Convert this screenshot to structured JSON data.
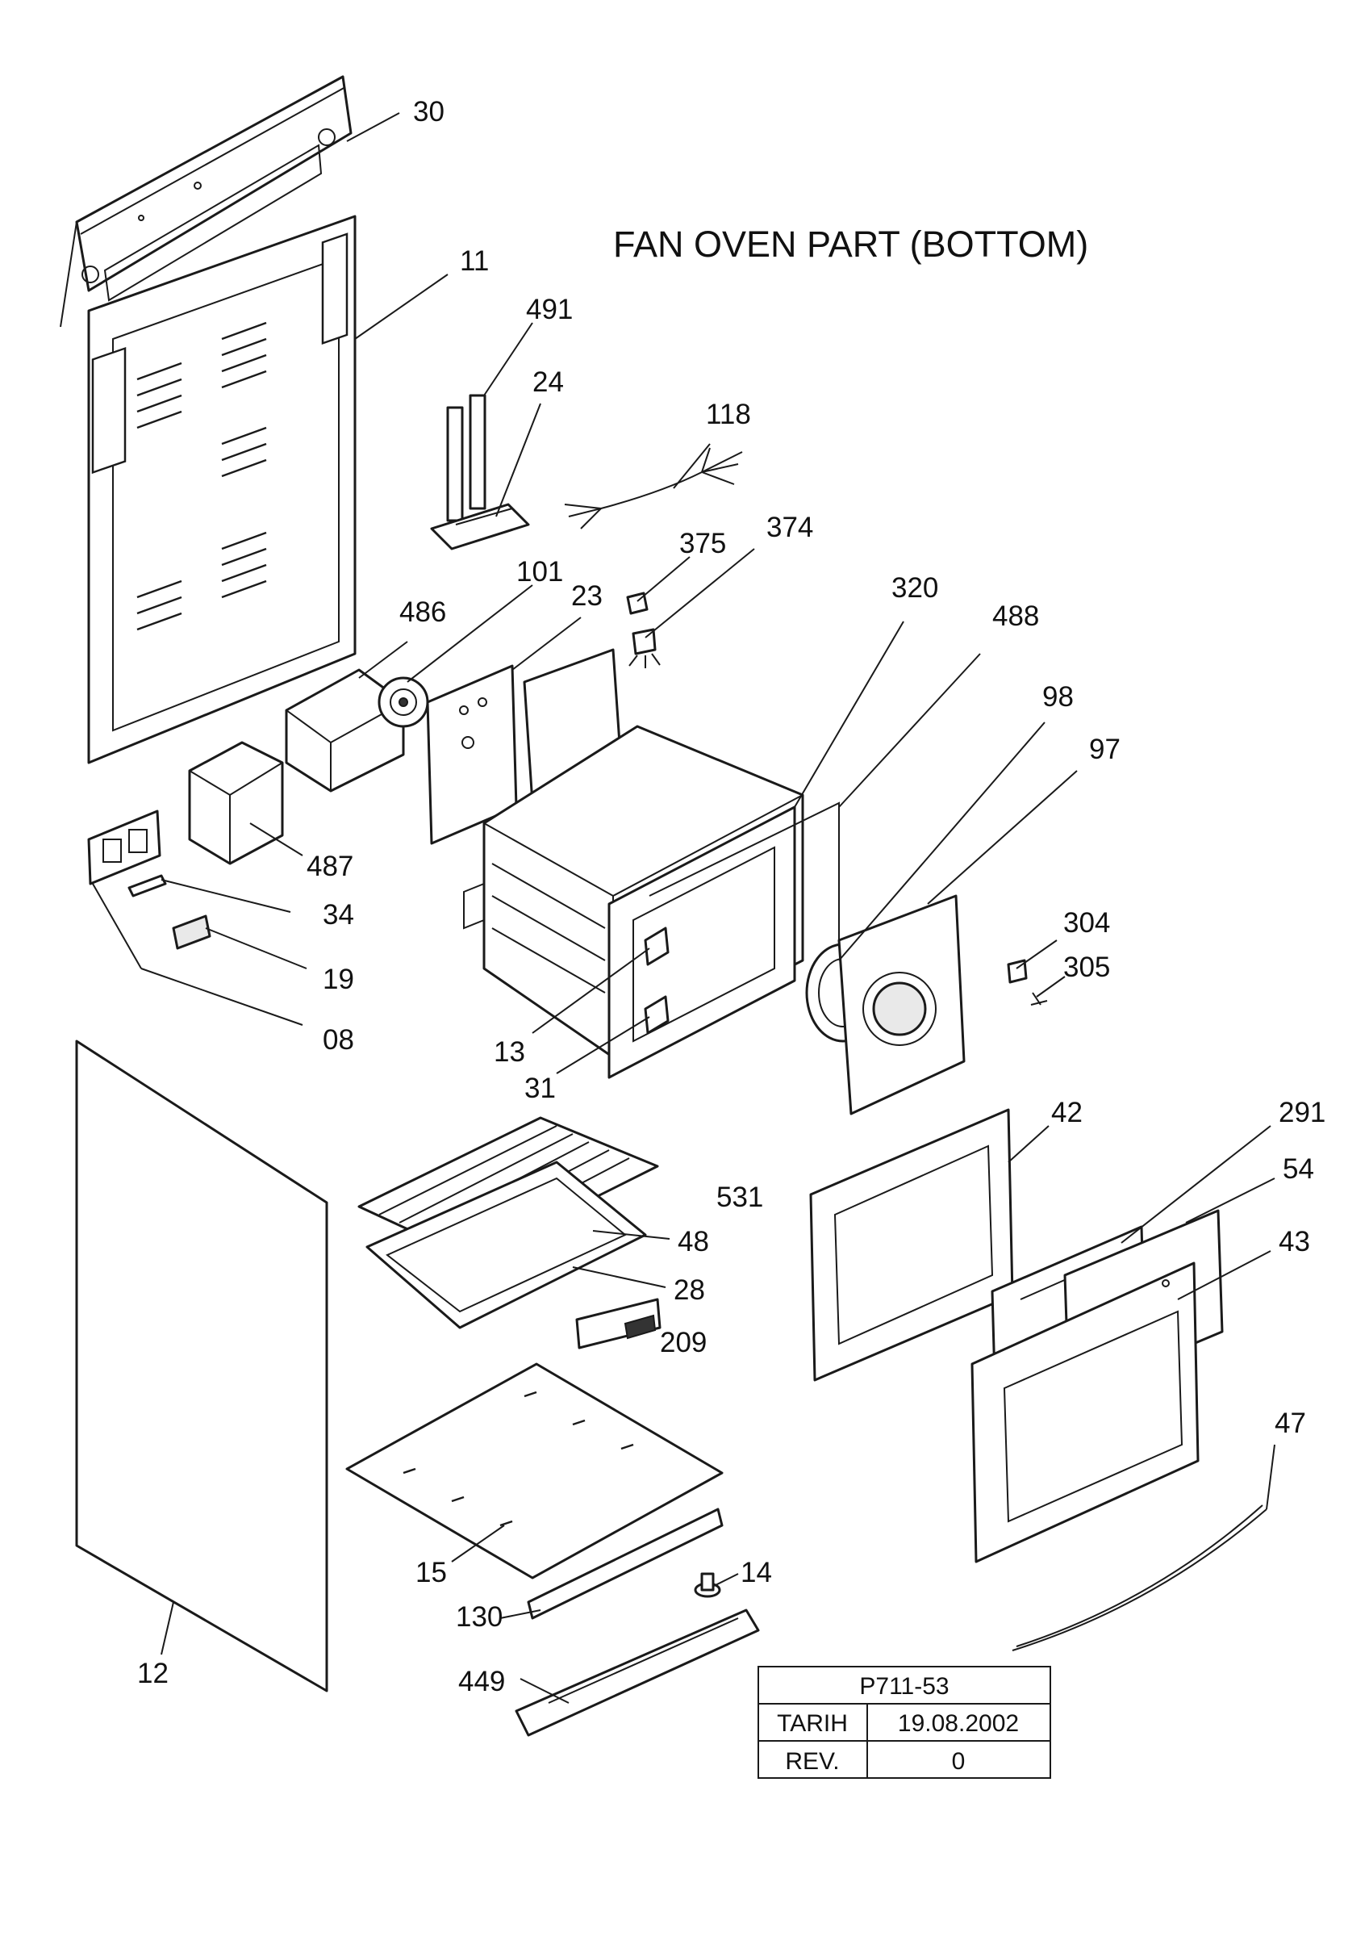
{
  "diagram": {
    "title": "FAN OVEN PART (BOTTOM)",
    "callouts": {
      "c30": "30",
      "c11": "11",
      "c491": "491",
      "c24": "24",
      "c118": "118",
      "c375": "375",
      "c374": "374",
      "c101": "101",
      "c486": "486",
      "c23": "23",
      "c320": "320",
      "c488": "488",
      "c98": "98",
      "c97": "97",
      "c487": "487",
      "c34": "34",
      "c19": "19",
      "c08": "08",
      "c304": "304",
      "c305": "305",
      "c13": "13",
      "c31": "31",
      "c42": "42",
      "c291": "291",
      "c54": "54",
      "c531": "531",
      "c48": "48",
      "c43": "43",
      "c28": "28",
      "c209": "209",
      "c47": "47",
      "c15": "15",
      "c14": "14",
      "c130": "130",
      "c12": "12",
      "c449": "449"
    }
  },
  "title_block": {
    "drawing_no": "P711-53",
    "date_label": "TARIH",
    "date_value": "19.08.2002",
    "rev_label": "REV.",
    "rev_value": "0"
  }
}
